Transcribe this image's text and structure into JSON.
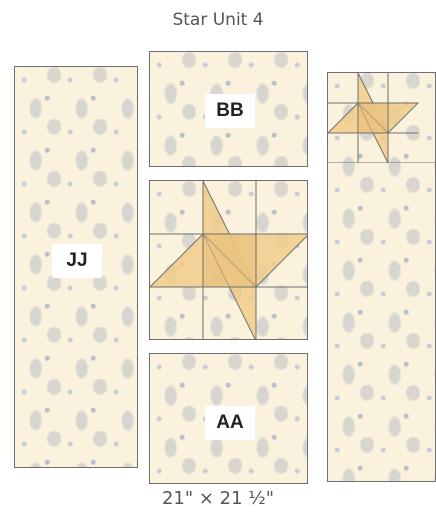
{
  "title": "Star Unit 4",
  "caption": "21\" × 21 ½\"",
  "pieces": {
    "jj": {
      "label": "JJ"
    },
    "bb": {
      "label": "BB"
    },
    "aa": {
      "label": "AA"
    }
  },
  "colors": {
    "background_fabric": "#fbf2dd",
    "star_fabric": "#f0cd8a",
    "seam": "#6f6f6f",
    "label_bg": "#ffffff"
  }
}
